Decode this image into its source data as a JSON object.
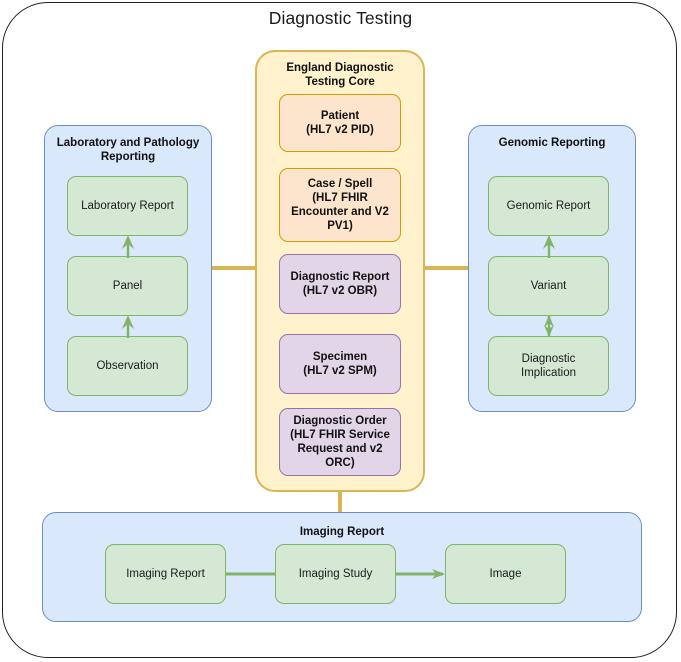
{
  "diagram": {
    "title": "Diagnostic Testing",
    "colors": {
      "frame": "#1f1f1f",
      "group_blue_fill": "#dae8fc",
      "group_blue_border": "#6c8ebf",
      "core_fill": "#fff2cc",
      "core_border": "#d6b656",
      "node_green_fill": "#d5e8d4",
      "node_green_border": "#82b366",
      "node_peach_fill": "#fce4cd",
      "node_peach_border": "#d79b00",
      "node_purple_fill": "#e1d5e7",
      "node_purple_border": "#9673a6",
      "connector_green": "#82b366",
      "connector_gold": "#d6b656"
    }
  },
  "groups": {
    "laboratory": {
      "label": "Laboratory and Pathology\nReporting",
      "nodes": [
        {
          "id": "laboratory-report",
          "label": "Laboratory Report"
        },
        {
          "id": "panel",
          "label": "Panel"
        },
        {
          "id": "observation",
          "label": "Observation"
        }
      ]
    },
    "core": {
      "label": "England Diagnostic\nTesting Core",
      "nodes": [
        {
          "id": "patient",
          "label": "Patient\n(HL7 v2 PID)",
          "style": "peach"
        },
        {
          "id": "case-spell",
          "label": "Case / Spell\n(HL7 FHIR\nEncounter and V2\nPV1)",
          "style": "peach"
        },
        {
          "id": "diagnostic-report",
          "label": "Diagnostic Report\n(HL7 v2 OBR)",
          "style": "purple"
        },
        {
          "id": "specimen",
          "label": "Specimen\n(HL7 v2 SPM)",
          "style": "purple"
        },
        {
          "id": "diagnostic-order",
          "label": "Diagnostic Order\n(HL7 FHIR Service\nRequest and v2\nORC)",
          "style": "purple"
        }
      ]
    },
    "genomic": {
      "label": "Genomic Reporting",
      "nodes": [
        {
          "id": "genomic-report",
          "label": "Genomic Report"
        },
        {
          "id": "variant",
          "label": "Variant"
        },
        {
          "id": "diagnostic-implication",
          "label": "Diagnostic\nImplication"
        }
      ]
    },
    "imaging": {
      "label": "Imaging Report",
      "nodes": [
        {
          "id": "imaging-report",
          "label": "Imaging Report"
        },
        {
          "id": "imaging-study",
          "label": "Imaging Study"
        },
        {
          "id": "image",
          "label": "Image"
        }
      ]
    }
  },
  "connectors": [
    {
      "id": "observation-to-panel",
      "from": "observation",
      "to": "panel",
      "arrow": "up"
    },
    {
      "id": "panel-to-laboratory-report",
      "from": "panel",
      "to": "laboratory-report",
      "arrow": "up"
    },
    {
      "id": "variant-to-genomic-report",
      "from": "variant",
      "to": "genomic-report",
      "arrow": "up"
    },
    {
      "id": "variant-to-diagnostic-implication",
      "from": "variant",
      "to": "diagnostic-implication",
      "arrow": "both"
    },
    {
      "id": "imaging-report-to-imaging-study",
      "from": "imaging-report",
      "to": "imaging-study",
      "arrow": "none"
    },
    {
      "id": "imaging-study-to-image",
      "from": "imaging-study",
      "to": "image",
      "arrow": "left"
    },
    {
      "id": "laboratory-to-core",
      "from": "laboratory",
      "to": "core",
      "arrow": "none"
    },
    {
      "id": "core-to-genomic",
      "from": "core",
      "to": "genomic",
      "arrow": "none"
    },
    {
      "id": "core-to-imaging",
      "from": "core",
      "to": "imaging",
      "arrow": "none"
    }
  ]
}
